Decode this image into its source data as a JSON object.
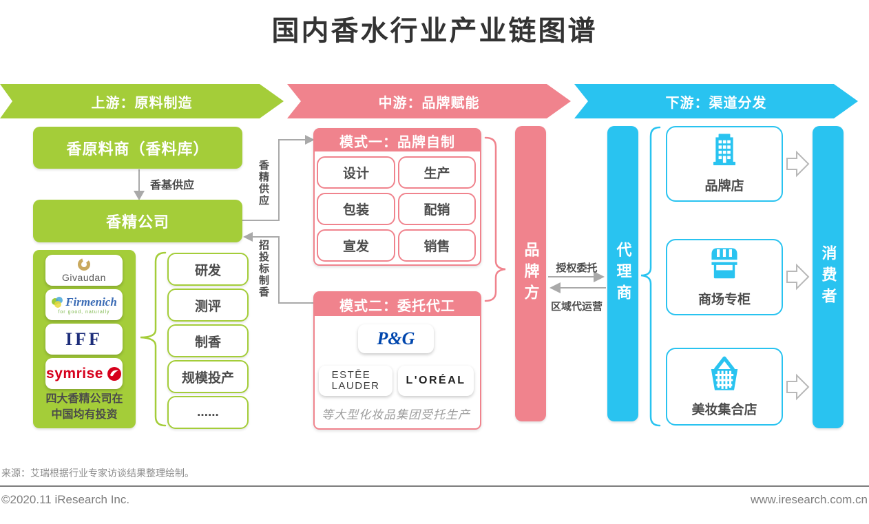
{
  "title": "国内香水行业产业链图谱",
  "banners": {
    "upstream": "上游：原料制造",
    "midstream": "中游：品牌赋能",
    "downstream": "下游：渠道分发"
  },
  "upstream": {
    "supplier_box": "香原料商（香料库）",
    "base_supply_label": "香基供应",
    "fragrance_company_box": "香精公司",
    "logo_givaudan": "Givaudan",
    "logo_firmenich": "Firmenich",
    "logo_firmenich_tagline": "for good, naturally",
    "logo_iff": "IFF",
    "logo_symrise": "symrise",
    "note_line1": "四大香精公司在",
    "note_line2": "中国均有投资",
    "capabilities": [
      "研发",
      "测评",
      "制香",
      "规模投产",
      "......"
    ]
  },
  "midstream": {
    "supply_label": "香精供应",
    "tender_label": "招投标制香",
    "mode1_title": "模式一：品牌自制",
    "mode1_items": [
      "设计",
      "生产",
      "包装",
      "配销",
      "宣发",
      "销售"
    ],
    "mode2_title": "模式二：委托代工",
    "logo_pg": "P&G",
    "logo_el_line1": "ESTĒE",
    "logo_el_line2": "LAUDER",
    "logo_loreal": "L'ORÉAL",
    "mode2_caption": "等大型化妆品集团受托生产",
    "brand_bar": "品牌方",
    "authorize_label": "授权委托",
    "regional_label": "区域代运营",
    "agent_bar": "代理商"
  },
  "downstream": {
    "channels": [
      {
        "label": "品牌店",
        "icon": "building-icon"
      },
      {
        "label": "商场专柜",
        "icon": "storefront-icon"
      },
      {
        "label": "美妆集合店",
        "icon": "basket-icon"
      }
    ],
    "consumer_bar": "消费者"
  },
  "footer": {
    "source": "来源：艾瑞根据行业专家访谈结果整理绘制。",
    "copyright": "©2020.11 iResearch Inc.",
    "website": "www.iresearch.com.cn"
  },
  "colors": {
    "green": "#a4cd39",
    "pink": "#f0838d",
    "blue": "#29c3f0",
    "connector_gray": "#a9a9a9"
  }
}
